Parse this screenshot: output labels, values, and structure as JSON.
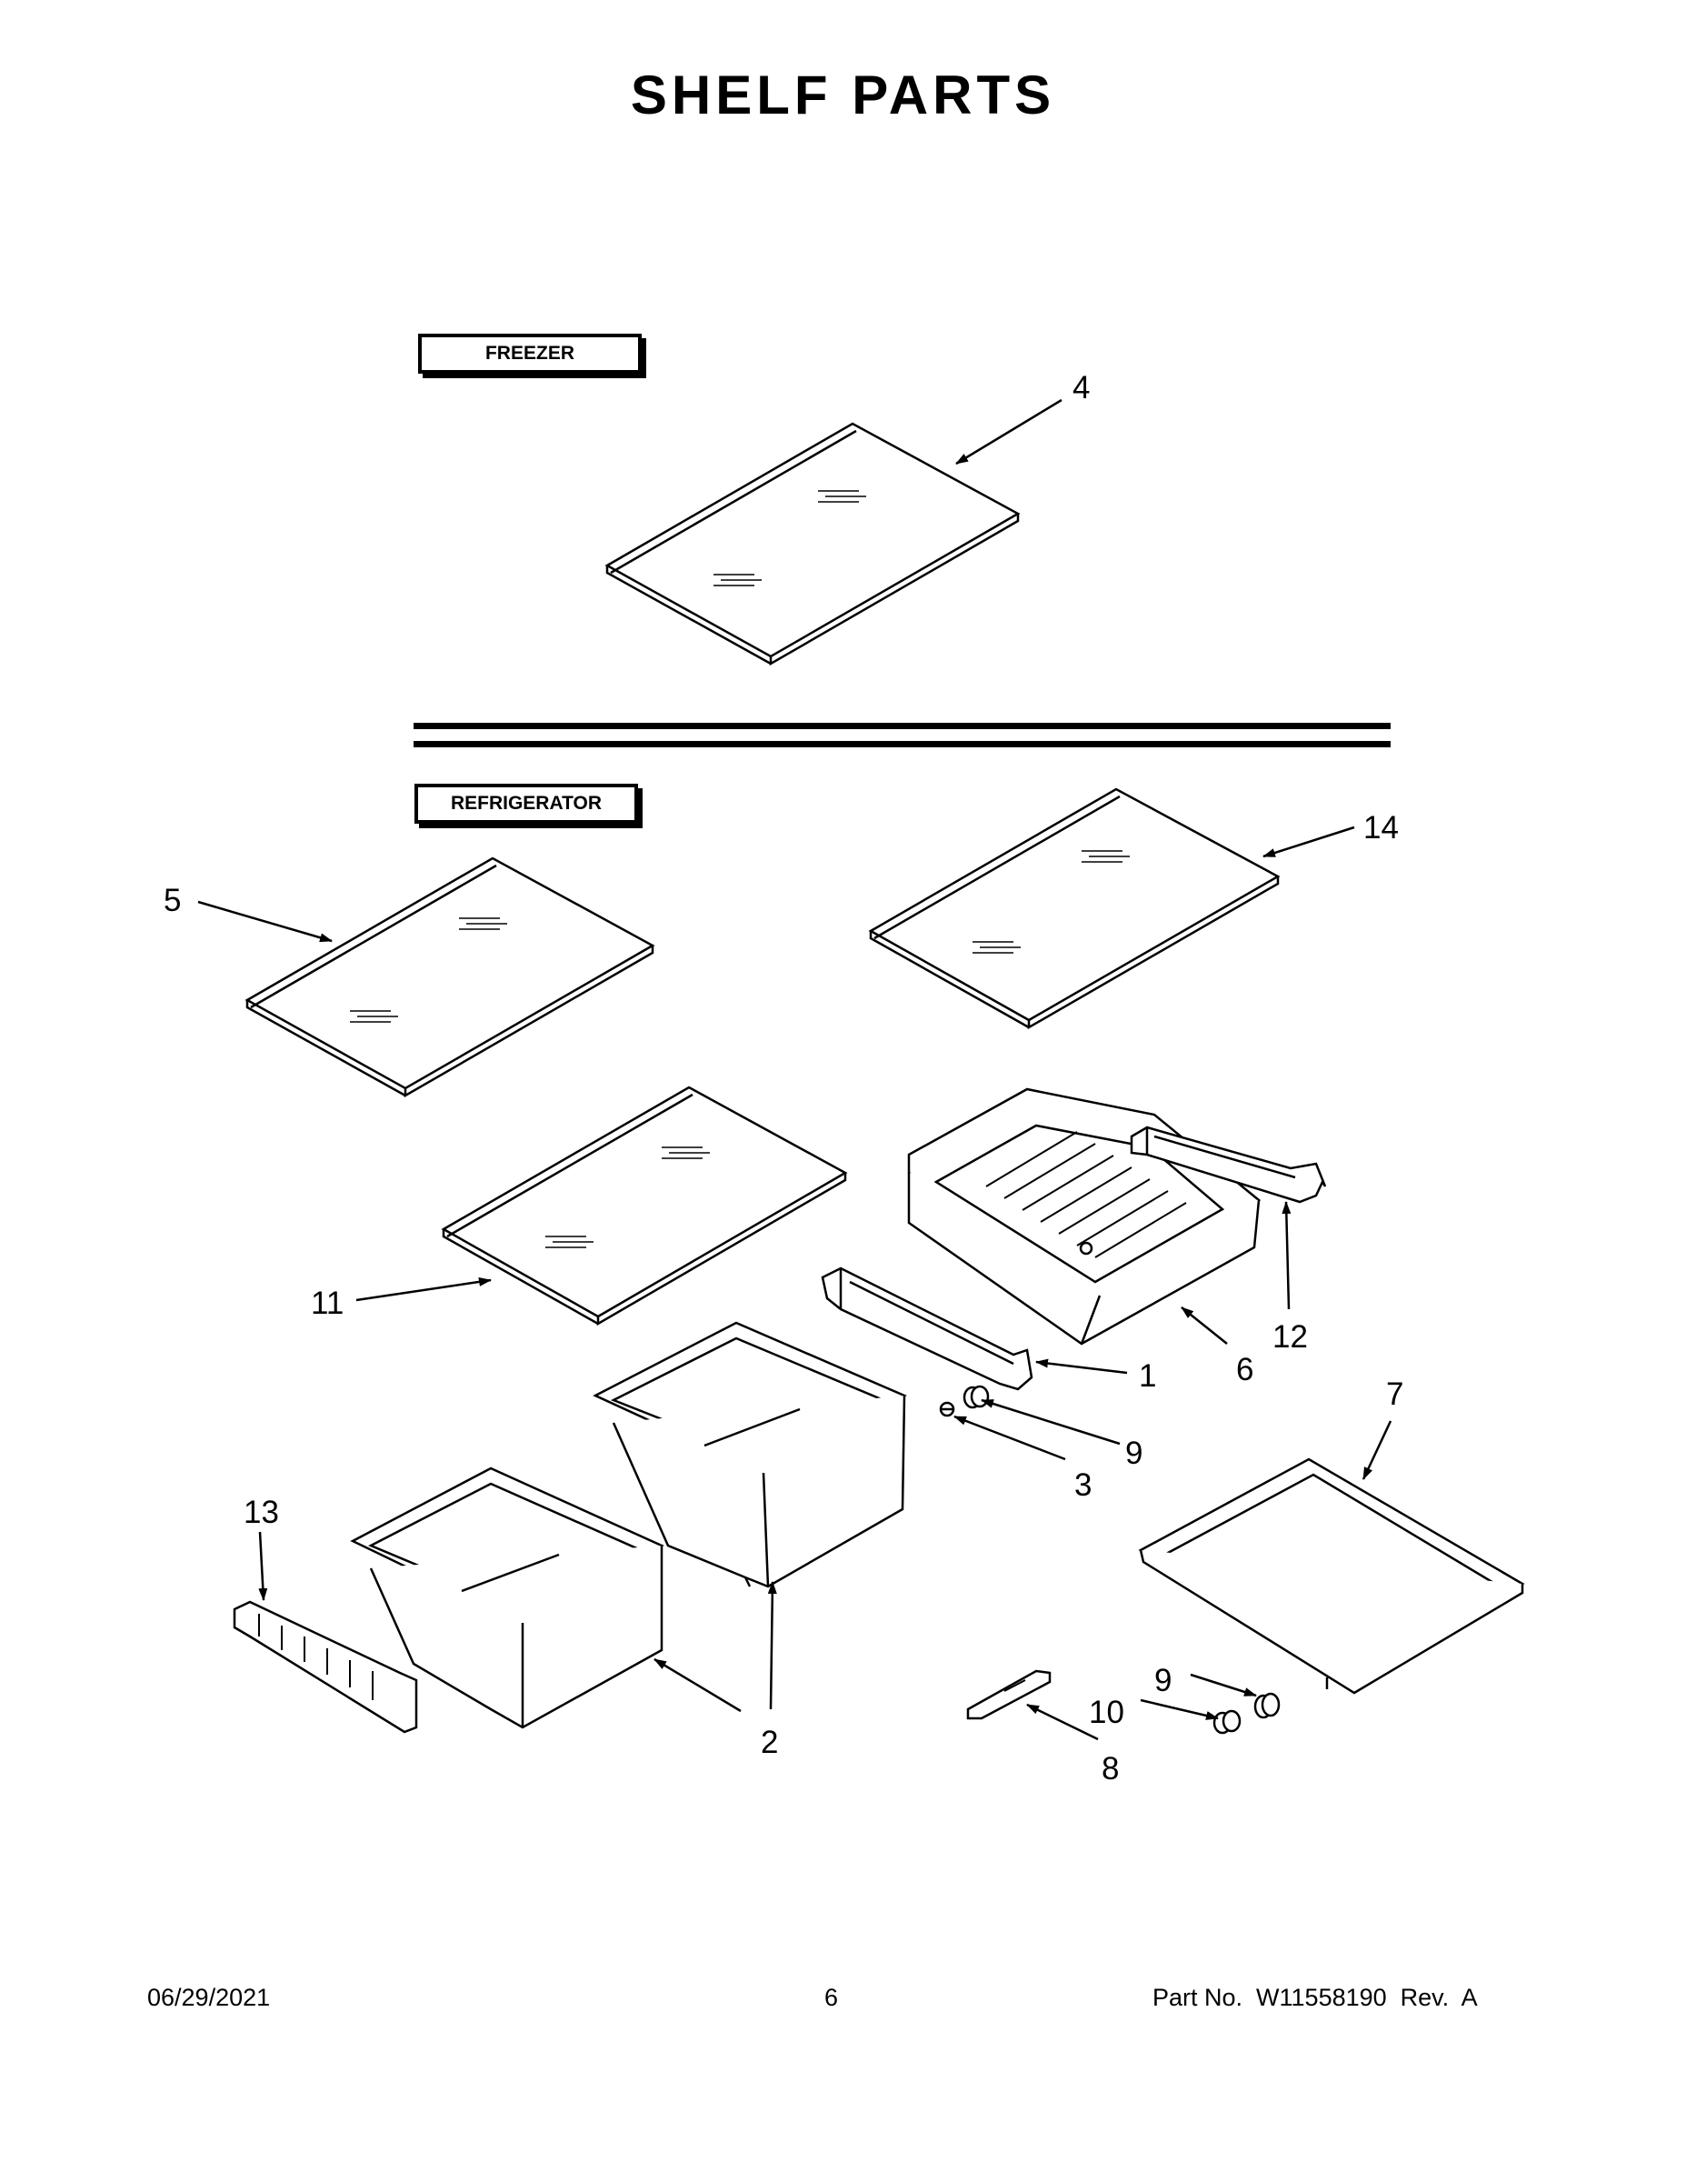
{
  "title": "SHELF PARTS",
  "sections": {
    "freezer": "FREEZER",
    "refrigerator": "REFRIGERATOR"
  },
  "callouts": {
    "c4": "4",
    "c5": "5",
    "c14": "14",
    "c11": "11",
    "c12": "12",
    "c6": "6",
    "c1": "1",
    "c9a": "9",
    "c3": "3",
    "c7": "7",
    "c13": "13",
    "c2": "2",
    "c9b": "9",
    "c10": "10",
    "c8": "8"
  },
  "footer": {
    "date": "06/29/2021",
    "page": "6",
    "part": "Part No.  W11558190  Rev.  A"
  }
}
